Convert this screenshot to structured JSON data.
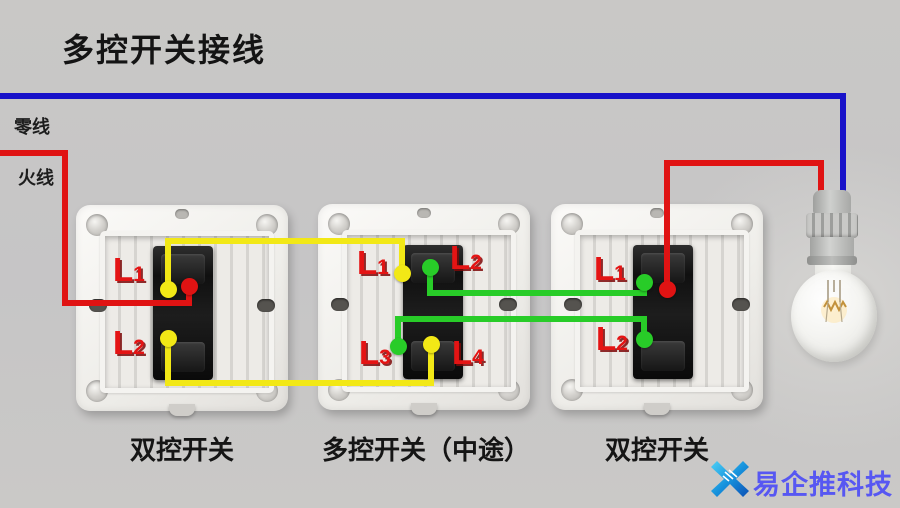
{
  "title": "多控开关接线",
  "wire_labels": {
    "neutral": "零线",
    "live": "火线"
  },
  "switches": [
    {
      "caption": "双控开关",
      "terminals": [
        "L1",
        "L2"
      ]
    },
    {
      "caption": "多控开关（中途）",
      "terminals": [
        "L1",
        "L2",
        "L3",
        "L4"
      ]
    },
    {
      "caption": "双控开关",
      "terminals": [
        "L1",
        "L2"
      ]
    }
  ],
  "lamp": {
    "icon": "incandescent-bulb"
  },
  "watermark": {
    "icon": "x-arrows-logo",
    "text": "易企推科技"
  },
  "colors": {
    "background": "#c7c6c5",
    "neutral_wire_blue": "#1812c9",
    "live_wire_red": "#e01313",
    "traveler_wire_yellow": "#f2e816",
    "traveler_wire_green": "#28cc28",
    "terminal_label_red": "#e41414",
    "watermark_blue": "#5757f2"
  }
}
